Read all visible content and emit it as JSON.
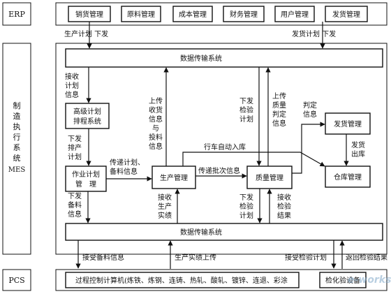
{
  "layers": {
    "erp": "ERP",
    "mes": [
      "制",
      "造",
      "执",
      "行",
      "系",
      "统",
      "MES"
    ],
    "pcs": "PCS"
  },
  "erp_modules": [
    "销货管理",
    "原料管理",
    "成本管理",
    "财务管理",
    "用户管理",
    "发货管理"
  ],
  "boxes": {
    "data_top": "数据传输系统",
    "data_bottom": "数据传输系统",
    "advanced_plan": [
      "高级计划",
      "排程系统"
    ],
    "job_plan": [
      "作业计划",
      "管　理"
    ],
    "production": "生产管理",
    "quality": "质量管理",
    "shipping": "发货管理",
    "warehouse": "仓库管理",
    "pcs_computer": "过程控制计算机(炼铁、炼钢、连铸、热轧、酸轧、镀锌、连退、彩涂",
    "pcs_lab": "检化验设备"
  },
  "labels": {
    "prod_plan_down": "生产计划 下发",
    "ship_plan_down": "发货计划 下发",
    "recv_plan_info": [
      "接收",
      "计划",
      "信息"
    ],
    "down_sched_plan": [
      "下发",
      "排产",
      "计划"
    ],
    "pass_plan_material": [
      "传递计划、",
      "备料信息"
    ],
    "upload_recv_ship": [
      "上传",
      "收货",
      "信息",
      "与",
      "投料",
      "信息"
    ],
    "down_inspect_plan": [
      "下发",
      "检验",
      "计划"
    ],
    "upload_quality": [
      "上传",
      "质量",
      "判定",
      "信息"
    ],
    "judge_info": [
      "判定",
      "信息"
    ],
    "ship_out": [
      "发货",
      "出库"
    ],
    "crane_warehouse": "行车自动入库",
    "pass_batch": "传递批次信息",
    "down_material_info": [
      "下发",
      "备料",
      "信息"
    ],
    "recv_prod_actual": [
      "接收",
      "生产",
      "实绩"
    ],
    "down_inspect_plan2": [
      "下发",
      "检验",
      "计划"
    ],
    "recv_inspect_result": [
      "接收",
      "检验",
      "结果"
    ],
    "accept_material_info": "接受备料信息",
    "upload_prod_actual": "生产实绩上传",
    "accept_inspect_plan": "接受检验计划",
    "return_inspect_result": "返回检验结果"
  },
  "watermark": "e-works"
}
